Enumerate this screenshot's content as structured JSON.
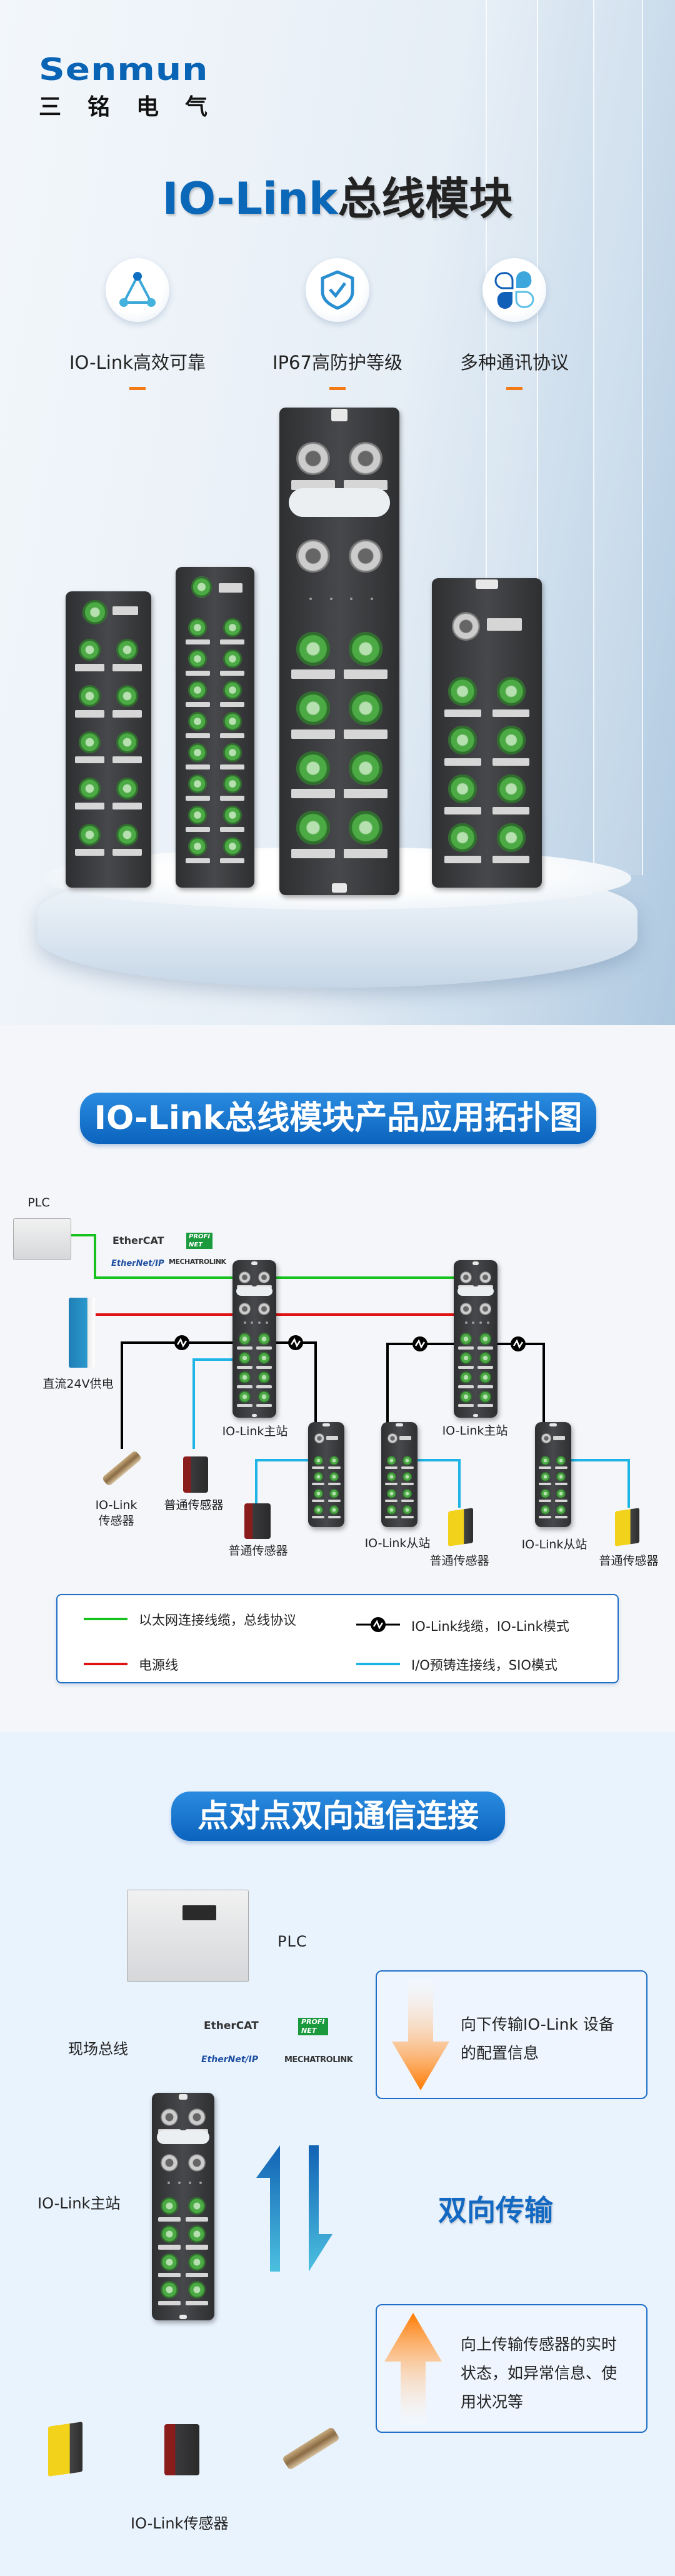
{
  "brand": {
    "name_en": "Senmun",
    "name_cn": [
      "三",
      "铭",
      "电",
      "气"
    ]
  },
  "hero": {
    "title_en": "IO-Link",
    "title_cn": "总线模块",
    "features": [
      {
        "label": "IO-Link高效可靠",
        "icon": "network-triangle-icon"
      },
      {
        "label": "IP67高防护等级",
        "icon": "shield-check-icon"
      },
      {
        "label": "多种通讯协议",
        "icon": "petals-icon"
      }
    ]
  },
  "topology": {
    "title": "IO-Link总线模块产品应用拓扑图",
    "plc": "PLC",
    "power": "直流24V供电",
    "master_label": "IO-Link主站",
    "slave_label": "IO-Link从站",
    "iolink_sensor": [
      "IO-Link",
      "传感器"
    ],
    "normal_sensor": "普通传感器",
    "protocols": {
      "ethercat": "EtherCAT",
      "profinet": [
        "PROFI",
        "NET"
      ],
      "ethernetip": "EtherNet/IP",
      "mechatrolink": "MECHATROLINK"
    },
    "legend": [
      {
        "text": "以太网连接线缆，总线协议",
        "color": "#18c21e"
      },
      {
        "text": "电源线",
        "color": "#e01212"
      },
      {
        "text": "IO-Link线缆，IO-Link模式",
        "color": "#000000"
      },
      {
        "text": "I/O预铸连接线，SIO模式",
        "color": "#1fb4e6"
      }
    ]
  },
  "p2p": {
    "title": "点对点双向通信连接",
    "plc": "PLC",
    "fieldbus": "现场总线",
    "master": "IO-Link主站",
    "bidirectional": "双向传输",
    "down_text": [
      "向下传输IO-Link 设备",
      "的配置信息"
    ],
    "up_text": [
      "向上传输传感器的实时",
      "状态，如异常信息、使",
      "用状况等"
    ],
    "sensors_label": "IO-Link传感器"
  },
  "colors": {
    "brand_blue": "#0b67b8",
    "accent_orange": "#f47a16",
    "ethernet_green": "#18c21e",
    "power_red": "#e01212",
    "sio_cyan": "#1fb4e6"
  }
}
